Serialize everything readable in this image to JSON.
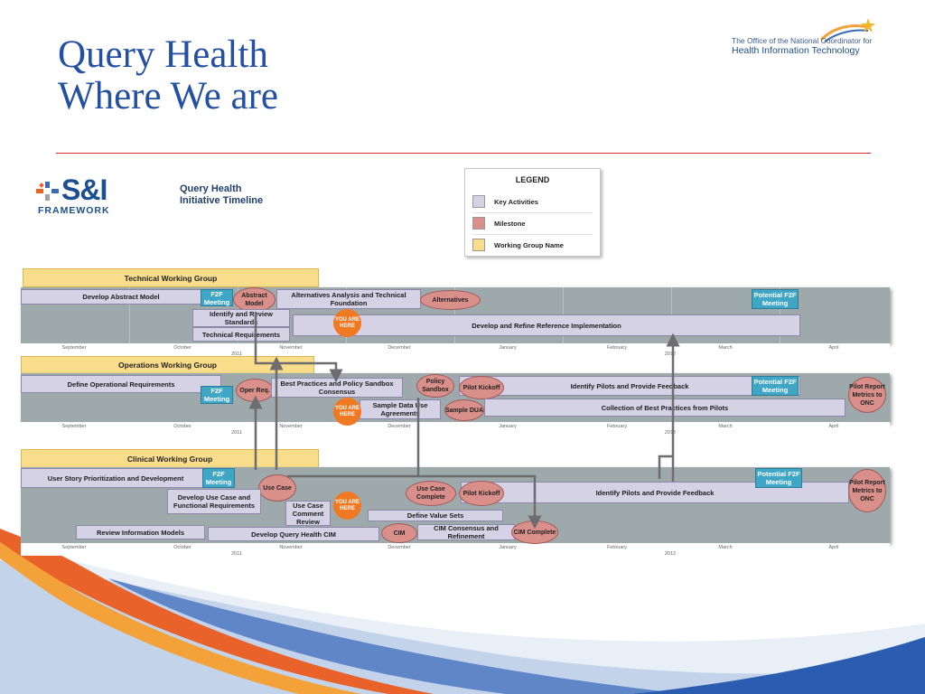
{
  "slide": {
    "title_line1": "Query Health",
    "title_line2": "Where We are"
  },
  "onc": {
    "line1": "The Office of the National Coordinator for",
    "line2": "Health Information Technology"
  },
  "logo": {
    "big": "S&I",
    "sub": "FRAMEWORK"
  },
  "timeline_title": {
    "line1": "Query Health",
    "line2": "Initiative Timeline"
  },
  "legend": {
    "title": "LEGEND",
    "items": [
      {
        "label": "Key Activities",
        "color": "#d6d2e6"
      },
      {
        "label": "Milestone",
        "color": "#d9908b"
      },
      {
        "label": "Working Group Name",
        "color": "#f9dd8a"
      }
    ]
  },
  "axis": {
    "months": [
      "September",
      "October",
      "November",
      "December",
      "January",
      "February",
      "March",
      "April"
    ],
    "years": [
      "2011",
      "2012"
    ]
  },
  "groups": {
    "technical": {
      "name": "Technical Working Group",
      "develop_abstract_model": "Develop Abstract Model",
      "f2f": "F2F Meeting",
      "abstract_model": "Abstract Model",
      "alternatives_analysis": "Alternatives Analysis and Technical Foundation",
      "alternatives": "Alternatives",
      "potential_f2f": "Potential F2F Meeting",
      "identify_review": "Identify and Review Standards",
      "technical_requirements": "Technical Requirements",
      "you_are_here": "YOU ARE HERE",
      "develop_refine": "Develop and Refine Reference Implementation"
    },
    "operations": {
      "name": "Operations Working Group",
      "define_operational": "Define Operational Requirements",
      "f2f": "F2F Meeting",
      "oper_req": "Oper Req.",
      "best_practices": "Best Practices and Policy Sandbox Consensus",
      "policy_sandbox": "Policy Sandbox",
      "pilot_kickoff": "Pilot Kickoff",
      "identify_pilots": "Identify Pilots and Provide Feedback",
      "potential_f2f": "Potential F2F Meeting",
      "pilot_report": "Pilot Report Metrics to ONC",
      "you_are_here": "YOU ARE HERE",
      "sample_dua_agreements": "Sample Data Use Agreements",
      "sample_dua": "Sample DUA",
      "collection": "Collection of Best Practices from Pilots"
    },
    "clinical": {
      "name": "Clinical Working Group",
      "user_story": "User Story Prioritization and Development",
      "f2f": "F2F Meeting",
      "use_case": "Use Case",
      "develop_use_case": "Develop Use Case and Functional Requirements",
      "use_case_comment": "Use Case Comment Review",
      "you_are_here": "YOU ARE HERE",
      "use_case_complete": "Use Case Complete",
      "pilot_kickoff": "Pilot Kickoff",
      "identify_pilots": "Identify Pilots and Provide Feedback",
      "potential_f2f": "Potential F2F Meeting",
      "pilot_report": "Pilot Report Metrics to ONC",
      "define_value_sets": "Define Value Sets",
      "review_info_models": "Review Information Models",
      "develop_cim": "Develop Query Health CIM",
      "cim": "CIM",
      "cim_consensus": "CIM Consensus and Refinement",
      "cim_complete": "CIM Complete"
    }
  },
  "colors": {
    "title": "#2350a3",
    "rule": "#d4302a",
    "activity": "#d6d2e6",
    "milestone": "#d9908b",
    "working_group": "#f9dd8a",
    "f2f": "#3fa6c6",
    "you_are_here": "#f07a24",
    "panel": "#9ea9ac"
  }
}
